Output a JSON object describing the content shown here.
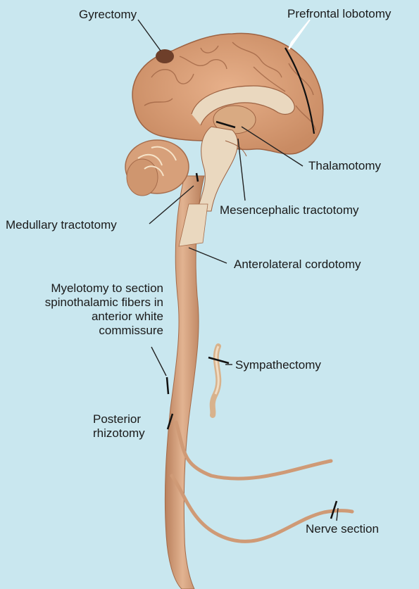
{
  "labels": {
    "gyrectomy": "Gyrectomy",
    "prefrontal_lobotomy": "Prefrontal lobotomy",
    "thalamotomy": "Thalamotomy",
    "mesencephalic_tractotomy": "Mesencephalic tractotomy",
    "medullary_tractotomy": "Medullary tractotomy",
    "anterolateral_cordotomy": "Anterolateral cordotomy",
    "myelotomy_line1": "Myelotomy to section",
    "myelotomy_line2": "spinothalamic fibers in",
    "myelotomy_line3": "anterior white",
    "myelotomy_line4": "commissure",
    "sympathectomy": "Sympathectomy",
    "posterior_rhizotomy_line1": "Posterior",
    "posterior_rhizotomy_line2": "rhizotomy",
    "nerve_section": "Nerve section"
  },
  "colors": {
    "background": "#c9e7ef",
    "brain": "#d99c74",
    "brain_dark": "#b87755",
    "cord": "#cf9a76",
    "cord_light": "#ead8bf",
    "cut_line": "#111111",
    "leader_line": "#222222"
  }
}
